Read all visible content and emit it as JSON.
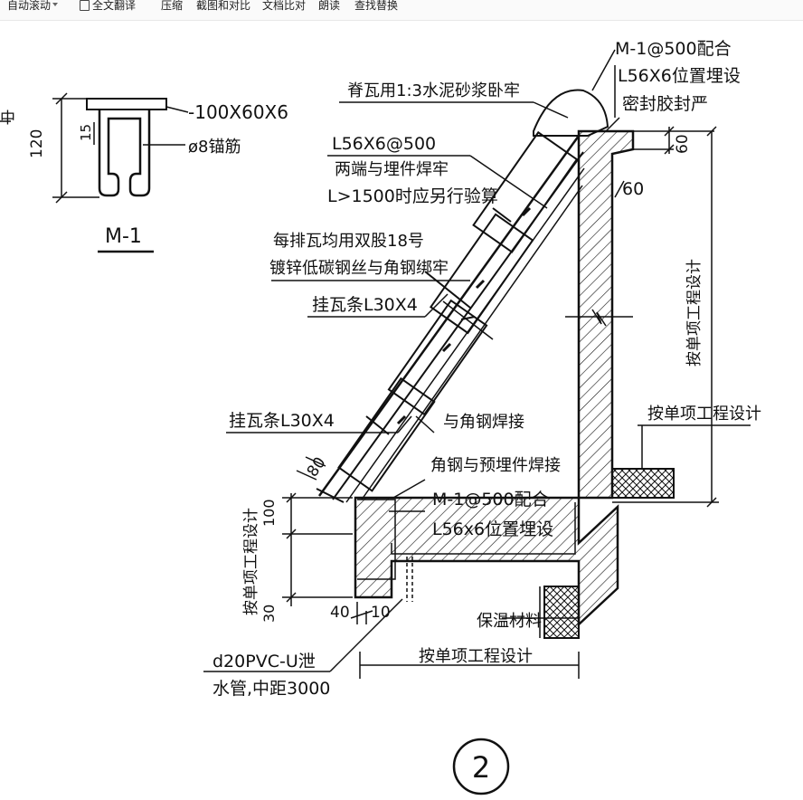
{
  "toolbar": {
    "items": [
      {
        "label": "自动滚动",
        "icon": "dropdown-caret-icon"
      },
      {
        "label": "全文翻译",
        "icon": "translate-icon"
      },
      {
        "label": "压缩"
      },
      {
        "label": "截图和对比"
      },
      {
        "label": "文档比对"
      },
      {
        "label": "朗读"
      },
      {
        "label": "查找替换"
      }
    ]
  },
  "drawing": {
    "left_cut_text": "中",
    "m1_detail": {
      "plate_label": "-100X60X6",
      "dim_15": "15",
      "anchor_label": "ø8锚筋",
      "dim_120": "120",
      "title": "M-1"
    },
    "labels": {
      "top_right_1": "M-1@500配合",
      "top_right_2": "L56X6位置埋设",
      "sealant": "密封胶封严",
      "ridge_tile": "脊瓦用1:3水泥砂浆卧牢",
      "angle_l56": "L56X6@500",
      "weld_both_ends": "两端与埋件焊牢",
      "check_over_1500": "L>1500时应另行验算",
      "wire_line1": "每排瓦均用双股18号",
      "wire_line2": "镀锌低碳钢丝与角钢绑牢",
      "batten_upper": "挂瓦条L30X4",
      "batten_lower": "挂瓦条L30X4",
      "weld_angle": "与角钢焊接",
      "angle_embed_weld": "角钢与预埋件焊接",
      "bottom_m1_1": "M-1@500配合",
      "bottom_m1_2": "L56x6位置埋设",
      "per_project_vertical": "按单项工程设计",
      "per_project_right": "按单项工程设计",
      "per_project_left_vertical": "按单项工程设计",
      "per_project_bottom": "按单项工程设计",
      "insulation": "保温材料",
      "drain_pipe_1": "d20PVC-U泄",
      "drain_pipe_2": "水管,中距3000",
      "circle_number": "2"
    },
    "dims": {
      "d60_top": "60",
      "d60_mid": "60",
      "d80": "80",
      "d100": "100",
      "d30": "30",
      "d40": "40",
      "d10": "10"
    }
  }
}
